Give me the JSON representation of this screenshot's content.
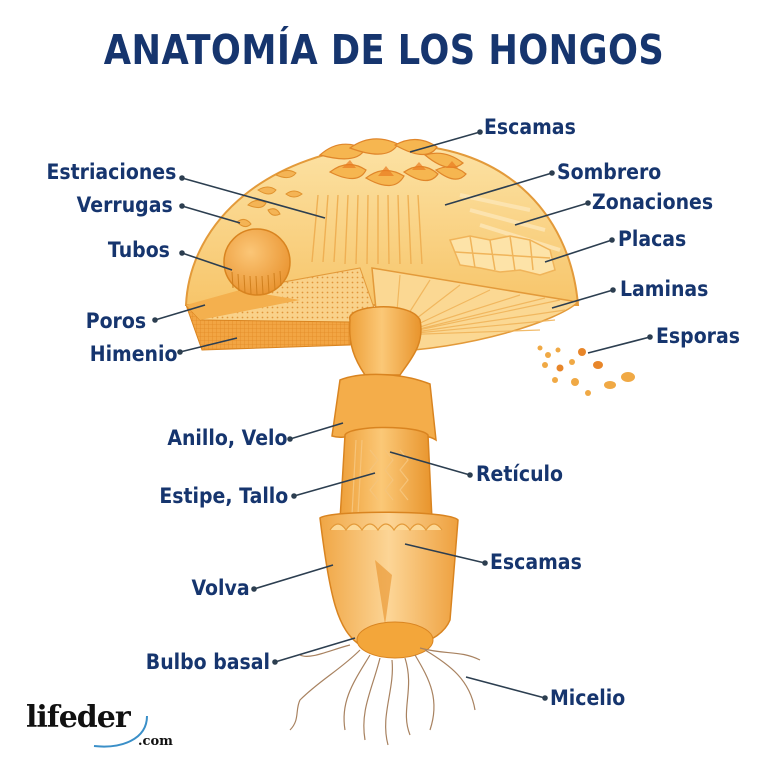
{
  "title": "ANATOMÍA DE LOS HONGOS",
  "labels": {
    "escamas_top": "Escamas",
    "estriaciones": "Estriaciones",
    "sombrero": "Sombrero",
    "verrugas": "Verrugas",
    "zonaciones": "Zonaciones",
    "tubos": "Tubos",
    "placas": "Placas",
    "laminas": "Laminas",
    "poros": "Poros",
    "esporas": "Esporas",
    "himenio": "Himenio",
    "anillo_velo": "Anillo, Velo",
    "reticulo": "Retículo",
    "estipe_tallo": "Estipe, Tallo",
    "escamas_volva": "Escamas",
    "volva": "Volva",
    "bulbo_basal": "Bulbo basal",
    "micelio": "Micelio"
  },
  "logo": {
    "name": "lifeder",
    "suffix": ".com"
  },
  "colors": {
    "title": "#16356e",
    "label": "#16356e",
    "leader_line": "#2c3e50",
    "cap_light": "#fbd98f",
    "cap_mid": "#f6b955",
    "cap_dark": "#e8912a",
    "stem": "#f3a63a",
    "roots": "#a07850"
  }
}
